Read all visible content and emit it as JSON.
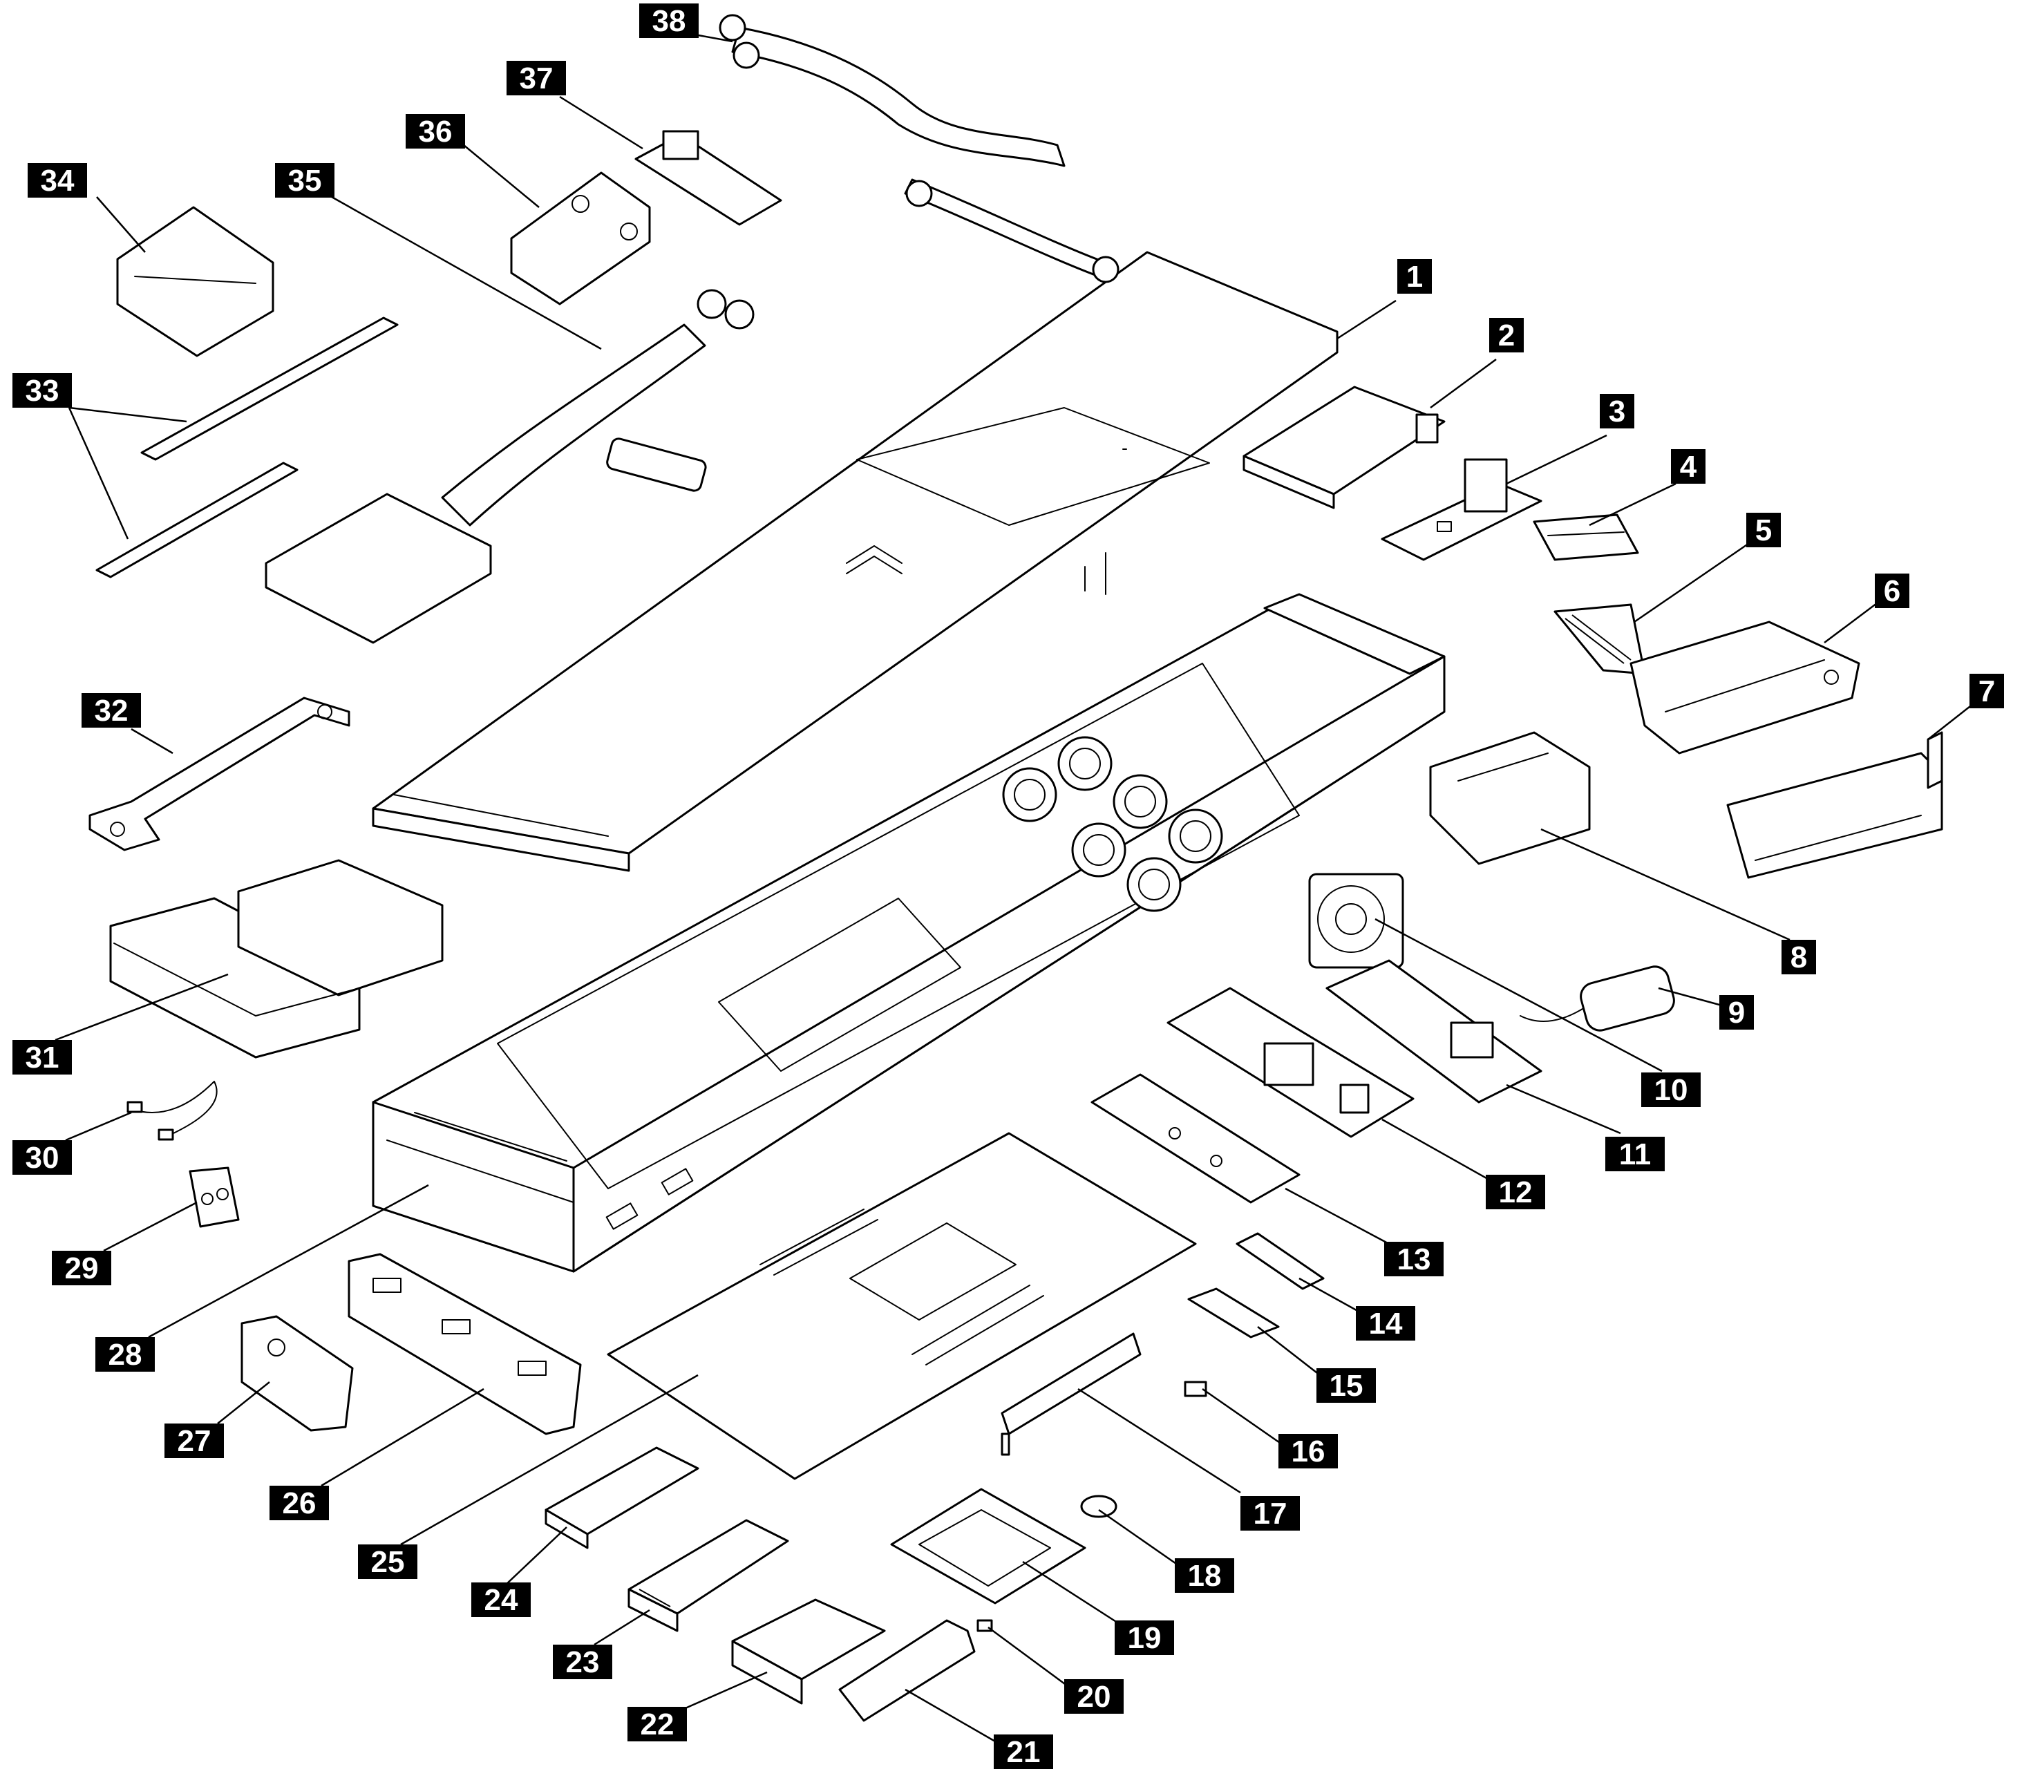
{
  "colors": {
    "line": "#000000",
    "background": "#ffffff",
    "callout_fill": "#000000",
    "callout_text": "#ffffff"
  },
  "callouts": [
    {
      "id": "c1",
      "label": "1"
    },
    {
      "id": "c2",
      "label": "2"
    },
    {
      "id": "c3",
      "label": "3"
    },
    {
      "id": "c4",
      "label": "4"
    },
    {
      "id": "c5",
      "label": "5"
    },
    {
      "id": "c6",
      "label": "6"
    },
    {
      "id": "c7",
      "label": "7"
    },
    {
      "id": "c8",
      "label": "8"
    },
    {
      "id": "c9",
      "label": "9"
    },
    {
      "id": "c10",
      "label": "10"
    },
    {
      "id": "c11",
      "label": "11"
    },
    {
      "id": "c12",
      "label": "12"
    },
    {
      "id": "c13",
      "label": "13"
    },
    {
      "id": "c14",
      "label": "14"
    },
    {
      "id": "c15",
      "label": "15"
    },
    {
      "id": "c16",
      "label": "16"
    },
    {
      "id": "c17",
      "label": "17"
    },
    {
      "id": "c18",
      "label": "18"
    },
    {
      "id": "c19",
      "label": "19"
    },
    {
      "id": "c20",
      "label": "20"
    },
    {
      "id": "c21",
      "label": "21"
    },
    {
      "id": "c22",
      "label": "22"
    },
    {
      "id": "c23",
      "label": "23"
    },
    {
      "id": "c24",
      "label": "24"
    },
    {
      "id": "c25",
      "label": "25"
    },
    {
      "id": "c26",
      "label": "26"
    },
    {
      "id": "c27",
      "label": "27"
    },
    {
      "id": "c28",
      "label": "28"
    },
    {
      "id": "c29",
      "label": "29"
    },
    {
      "id": "c30",
      "label": "30"
    },
    {
      "id": "c31",
      "label": "31"
    },
    {
      "id": "c32",
      "label": "32"
    },
    {
      "id": "c33",
      "label": "33"
    },
    {
      "id": "c34",
      "label": "34"
    },
    {
      "id": "c35",
      "label": "35"
    },
    {
      "id": "c36",
      "label": "36"
    },
    {
      "id": "c37",
      "label": "37"
    },
    {
      "id": "c38",
      "label": "38"
    }
  ]
}
